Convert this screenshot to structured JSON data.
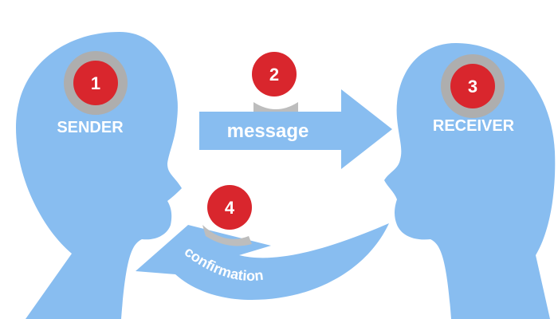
{
  "colors": {
    "head_fill": "#88bdf0",
    "arrow_fill": "#88bdf0",
    "badge_red": "#d9262d",
    "ring_gray": "#aeaeae",
    "text_white": "#ffffff"
  },
  "sender": {
    "label": "SENDER",
    "badge": "1"
  },
  "message": {
    "label": "message",
    "badge": "2"
  },
  "receiver": {
    "label": "RECEIVER",
    "badge": "3"
  },
  "confirmation": {
    "label": "confirmation",
    "badge": "4"
  }
}
